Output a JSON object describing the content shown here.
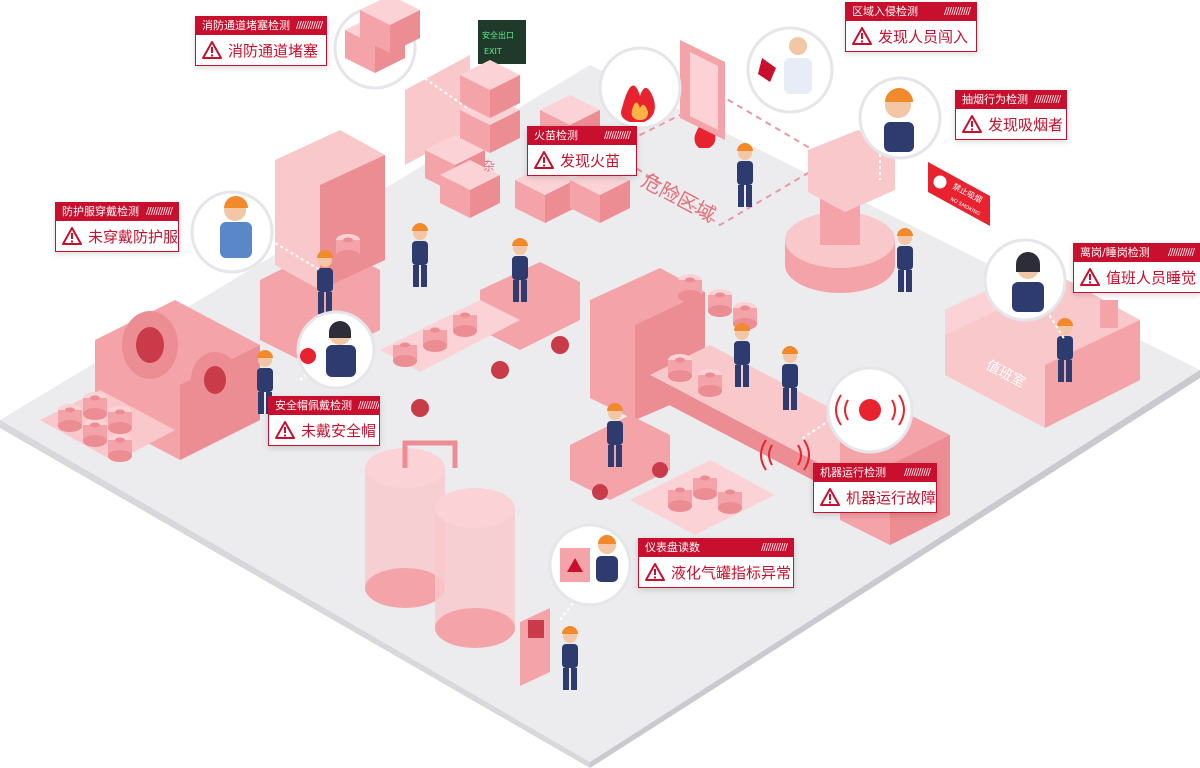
{
  "alerts": [
    {
      "title": "消防通道堵塞检测",
      "message": "消防通道堵塞"
    },
    {
      "title": "区域入侵检测",
      "message": "发现人员闯入"
    },
    {
      "title": "抽烟行为检测",
      "message": "发现吸烟者"
    },
    {
      "title": "火苗检测",
      "message": "发现火苗"
    },
    {
      "title": "防护服穿戴检测",
      "message": "未穿戴防护服"
    },
    {
      "title": "离岗/睡岗检测",
      "message": "值班人员睡觉"
    },
    {
      "title": "安全帽佩戴检测",
      "message": "未戴安全帽"
    },
    {
      "title": "机器运行检测",
      "message": "机器运行故障"
    },
    {
      "title": "仪表盘读数",
      "message": "液化气罐指标异常"
    }
  ],
  "stripes": "///////////",
  "signs": {
    "danger_zone": "危险区域",
    "exit_cn": "安全出口",
    "exit_en": "EXIT",
    "no_smoking_cn": "禁止吸烟",
    "no_smoking_en": "NO SMOKING",
    "duty_room": "值班室",
    "box_label": "杂"
  },
  "colors": {
    "alert_red": "#c8102e",
    "floor": "#ececef",
    "machine_pink": "#f4a3a8",
    "machine_light": "#f9c8cb",
    "worker_navy": "#2d3b6e",
    "helmet_orange": "#f28a2c"
  }
}
